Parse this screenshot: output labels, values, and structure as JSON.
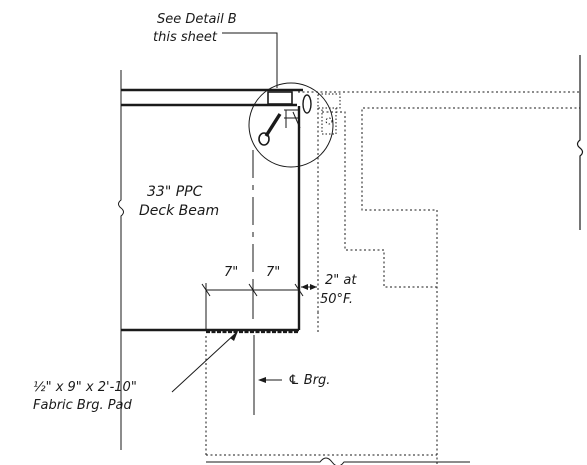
{
  "detail_callout": {
    "line1": "See Detail B",
    "line2": "this sheet"
  },
  "beam": {
    "line1": "33\" PPC",
    "line2": "Deck Beam"
  },
  "dims": {
    "left": "7\"",
    "right": "7\""
  },
  "gap": {
    "line1": "2\" at",
    "line2": "50°F."
  },
  "pad": {
    "line1": "½\" x 9\" x 2'-10\"",
    "line2": "Fabric Brg. Pad"
  },
  "bearing": {
    "label": "℄ Brg."
  }
}
